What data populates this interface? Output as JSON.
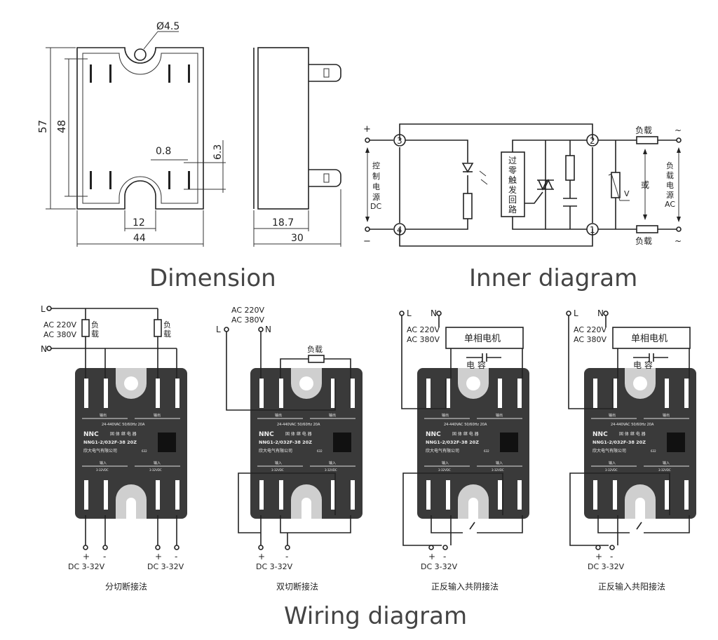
{
  "dimension": {
    "title": "Dimension",
    "hole": "Ø4.5",
    "height_total": "57",
    "height_inner": "48",
    "terminal_thickness": "0.8",
    "terminal_width": "6.3",
    "slot_width": "12",
    "width_total": "44",
    "side_offset": "18.7",
    "side_depth": "30"
  },
  "inner": {
    "title": "Inner diagram",
    "plus": "+",
    "minus": "−",
    "control_label": [
      "控",
      "制",
      "电",
      "源",
      "DC"
    ],
    "terminals": [
      "3",
      "4",
      "2",
      "1"
    ],
    "zero_cross": [
      "过",
      "零",
      "触",
      "发",
      "回",
      "路"
    ],
    "varistor": "V",
    "load_top": "负载",
    "load_bottom": "负载",
    "or": "或",
    "ac_label": [
      "负",
      "载",
      "电",
      "源",
      "AC"
    ],
    "tilde": "~"
  },
  "wiring": {
    "title": "Wiring diagram",
    "L": "L",
    "N": "N",
    "ac220": "AC 220V",
    "ac380": "AC 380V",
    "load": "负载",
    "load_v": [
      "负",
      "载"
    ],
    "motor": "单相电机",
    "capacitor": "电  容",
    "plus": "+",
    "minus": "-",
    "dc": "DC 3-32V",
    "captions": [
      "分切断接法",
      "双切断接法",
      "正反输入共阴接法",
      "正反输入共阳接法"
    ],
    "module": {
      "brand": "NNC",
      "type": "固 体 继 电 器",
      "model": "NNG1-2/032F-38 20Z",
      "maker": "欣大电气有限公司",
      "output": "输出",
      "input": "输入",
      "rating": "24-440VAC  50/60Hz 20A",
      "input_range": "3-32VDC",
      "code": "632"
    }
  },
  "colors": {
    "line": "#222222",
    "body": "#3a3a3a",
    "notch": "#cfcfcf",
    "title": "#444444"
  }
}
